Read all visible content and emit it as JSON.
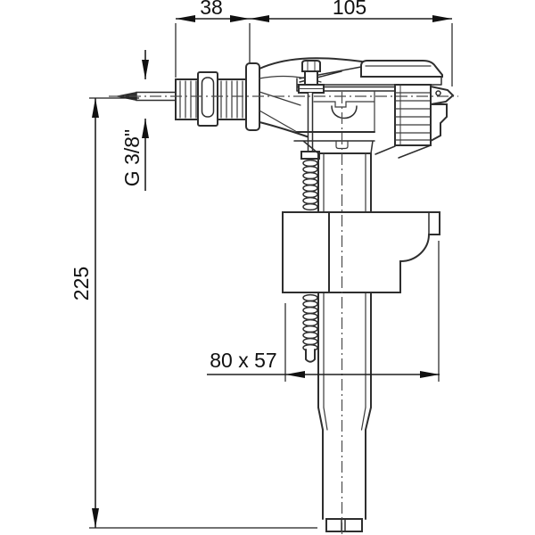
{
  "drawing": {
    "subject": "side-entry toilet cistern fill valve, cross-section technical drawing",
    "background": "#ffffff",
    "line_color": "#2e2e2e",
    "dimension_color": "#111111",
    "dimensions": {
      "inlet_offset": "38",
      "valve_width": "105",
      "total_height": "225",
      "thread": "G 3/8\"",
      "float_cup": "80 x 57"
    }
  }
}
